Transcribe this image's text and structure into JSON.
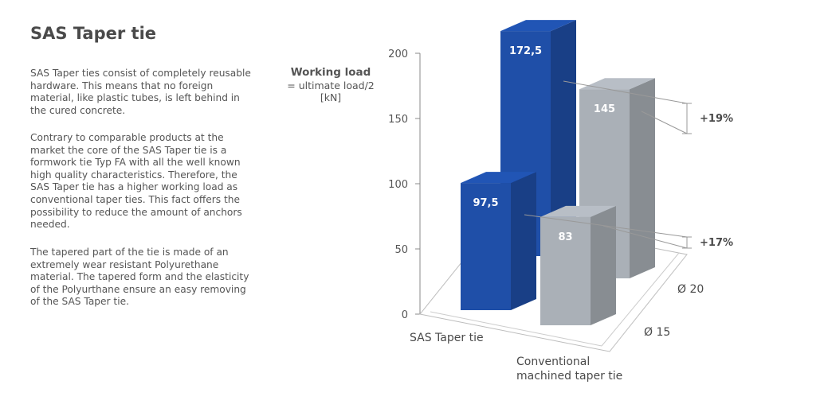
{
  "title": "SAS Taper tie",
  "paragraphs": [
    "SAS Taper ties consist of completely reusable hardware. This means that no foreign material, like plastic tubes, is left behind in the cured concrete.",
    "Contrary to comparable products at the market the core of the SAS Taper tie is a formwork tie Typ FA with all the well known high quality characteristics. Therefore, the SAS Taper tie has a higher working load as conventional taper ties. This fact offers the possibility to reduce the amount of anchors needed.",
    "The tapered part of the tie is made of an extremely wear resistant Polyurethane material. The tapered form and the elasticity of the Polyurthane ensure an easy removing of the SAS Taper tie."
  ],
  "colors": {
    "sas": "#1f4fa8",
    "conventional": "#aab0b7",
    "text": "#4a4a4a"
  },
  "chart_data": {
    "type": "bar",
    "ylabel_title": "Working load",
    "ylabel_lines": [
      "= ultimate load/2",
      "[kN]"
    ],
    "ylim": [
      0,
      200
    ],
    "yticks": [
      0,
      50,
      100,
      150,
      200
    ],
    "categories": [
      "Ø 15",
      "Ø 20"
    ],
    "series": [
      {
        "name": "SAS Taper tie",
        "values": [
          97.5,
          172.5
        ],
        "labels": [
          "97,5",
          "172,5"
        ]
      },
      {
        "name": "Conventional machined taper tie",
        "values": [
          83,
          145
        ],
        "labels": [
          "83",
          "145"
        ]
      }
    ],
    "annotations": [
      "+17%",
      "+19%"
    ]
  }
}
